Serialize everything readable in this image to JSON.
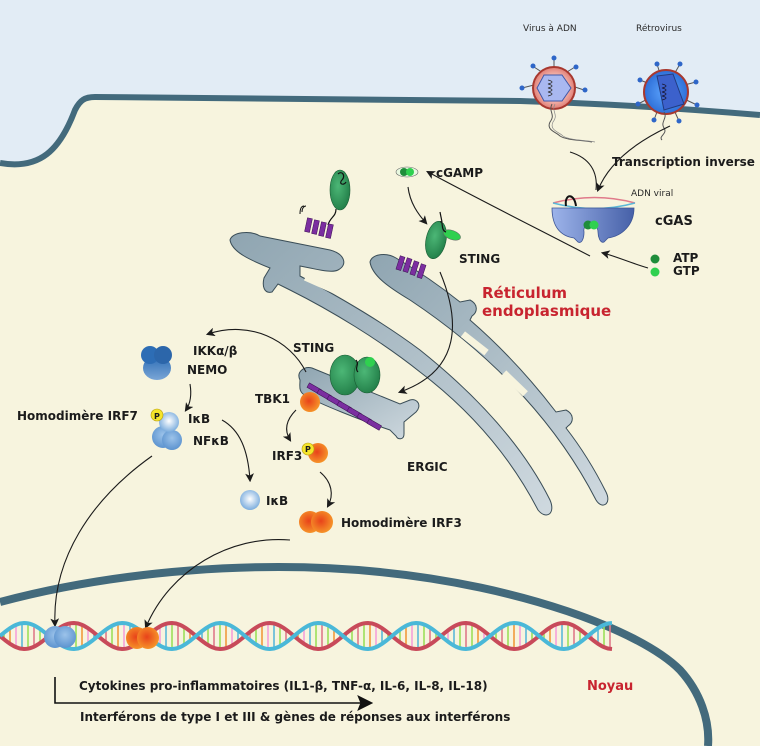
{
  "title": "Voie de signalisation cGAS-STING",
  "extracellular": {
    "dna_virus_label": "Virus à ADN",
    "retrovirus_label": "Rétrovirus"
  },
  "cytoplasm": {
    "reverse_transcription": "Transcription inverse",
    "viral_dna": "ADN viral",
    "cgas": "cGAS",
    "atp": "ATP",
    "gtp": "GTP",
    "cgamp": "cGAMP",
    "sting_er": "STING",
    "er_label_line1": "Réticulum",
    "er_label_line2": "endoplasmique",
    "sting_ergic": "STING",
    "tbk1": "TBK1",
    "ergic": "ERGIC",
    "irf3": "IRF3",
    "phospho": "P",
    "ikk_line1": "IKKα/β",
    "ikk_line2": "NEMO",
    "irf7_homodimer": "Homodimère IRF7",
    "ikb_bound": "IκB",
    "nfkb": "NFκB",
    "ikb_free": "IκB",
    "irf3_homodimer": "Homodimère IRF3"
  },
  "nucleus": {
    "label": "Noyau",
    "output_line1": "Cytokines pro-inflammatoires (IL1-β, TNF-α, IL-6, IL-8, IL-18)",
    "output_line2": "Interférons de type I et III & gènes de réponses aux interférons"
  },
  "colors": {
    "extracellular": "#e2ecf5",
    "cytoplasm": "#f7f4de",
    "membrane": "#436a7c",
    "er": "#a9bbc5",
    "sting": "#2e9a58",
    "tm": "#7b2ea0",
    "cgas": "#5f7fc8",
    "irf3": "#f07a1c",
    "nfkb": "#7fb0e0",
    "phospho": "#f5e52a",
    "accent_red": "#c8242f"
  }
}
